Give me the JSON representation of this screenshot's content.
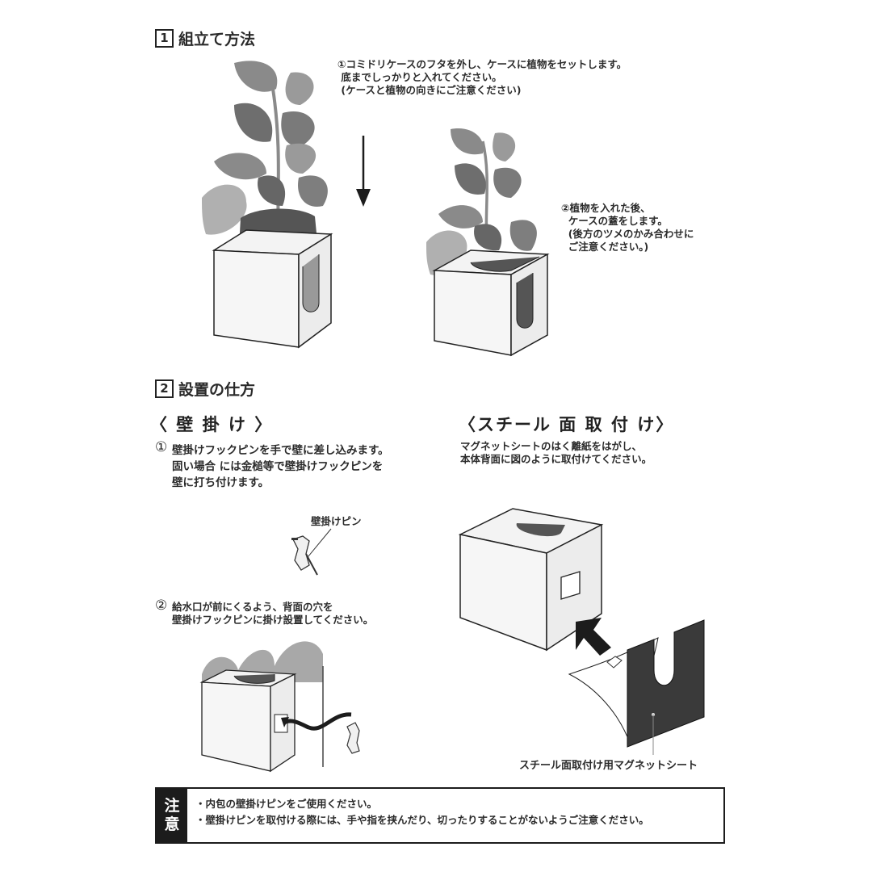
{
  "section1": {
    "number": "1",
    "title": "組立て方法",
    "step1": {
      "lines": [
        "①コミドリケースのフタを外し、ケースに植物をセットします。",
        " 底までしっかりと入れてください。",
        " (ケースと植物の向きにご注意ください)"
      ]
    },
    "step2": {
      "lines": [
        "②植物を入れた後、",
        "  ケースの蓋をします。",
        "  (後方のツメのかみ合わせに",
        "  ご注意ください。)"
      ]
    }
  },
  "section2": {
    "number": "2",
    "title": "設置の仕方",
    "wall": {
      "heading": "〈 壁 掛 け 〉",
      "step1_marker": "①",
      "step1_lines": [
        "壁掛けフックピンを手で壁に差し込みます。",
        "固い場合 には金槌等で壁掛けフックピンを",
        "壁に打ち付けます。"
      ],
      "pin_label": "壁掛けピン",
      "step2_marker": "②",
      "step2_lines": [
        "給水口が前にくるよう、背面の穴を",
        "壁掛けフックピンに掛け設置してください。"
      ]
    },
    "steel": {
      "heading": "〈スチール 面 取 付 け〉",
      "lines": [
        "マグネットシートのはく離紙をはがし、",
        "本体背面に図のように取付けてください。"
      ],
      "sheet_label": "スチール面取付け用マグネットシート"
    }
  },
  "caution": {
    "tag_chars": [
      "注",
      "意"
    ],
    "lines": [
      "・内包の壁掛けピンをご使用ください。",
      "・壁掛けピンを取付ける際には、手や指を挟んだり、切ったりすることがないようご注意ください。"
    ]
  },
  "colors": {
    "ink": "#1c1c1c",
    "leaf_light": "#a8a8a8",
    "leaf_mid": "#8a8a8a",
    "leaf_dark": "#6a6a6a",
    "soil": "#555555",
    "case_face": "#f2f2f2",
    "magnet": "#3a3a3a"
  }
}
